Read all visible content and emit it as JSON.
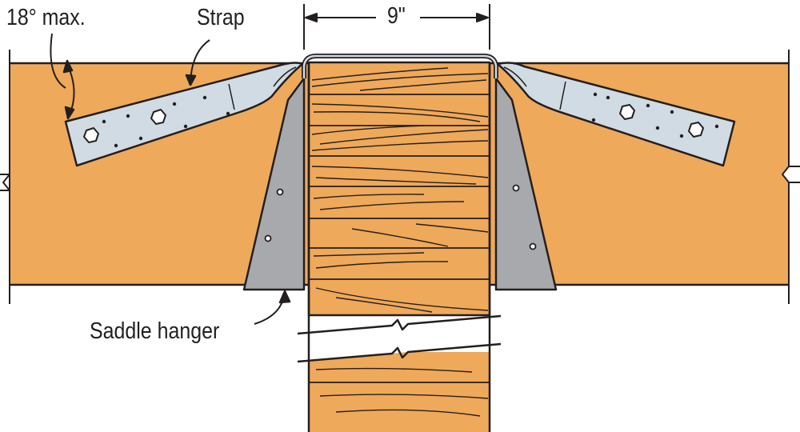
{
  "labels": {
    "angle": "18° max.",
    "strap": "Strap",
    "width": "9\"",
    "saddle_hanger": "Saddle hanger"
  },
  "colors": {
    "wood": "#EFA95A",
    "hanger": "#A7A9AC",
    "strap": "#D0DBE4",
    "line": "#231F20"
  }
}
